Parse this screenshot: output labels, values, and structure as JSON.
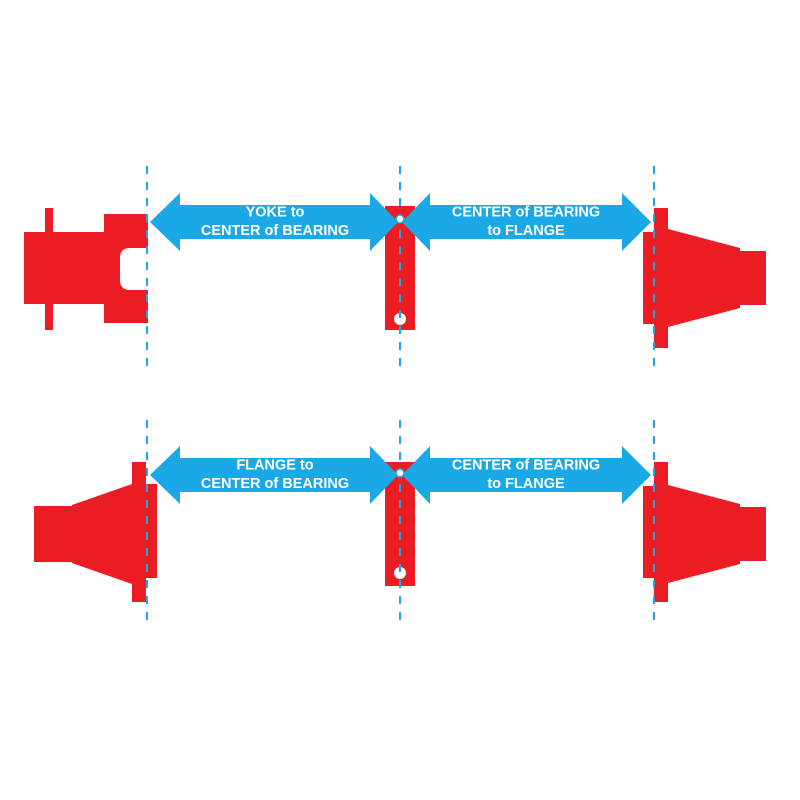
{
  "colors": {
    "part": "#ec1c24",
    "arrow": "#1ba8e6",
    "guide": "#1ba8e6",
    "label": "#ffffff",
    "background": "#ffffff"
  },
  "top_row": {
    "left_arrow": {
      "line1": "YOKE to",
      "line2": "CENTER of BEARING"
    },
    "right_arrow": {
      "line1": "CENTER of BEARING",
      "line2": "to FLANGE"
    }
  },
  "bottom_row": {
    "left_arrow": {
      "line1": "FLANGE to",
      "line2": "CENTER of BEARING"
    },
    "right_arrow": {
      "line1": "CENTER of BEARING",
      "line2": "to FLANGE"
    }
  }
}
